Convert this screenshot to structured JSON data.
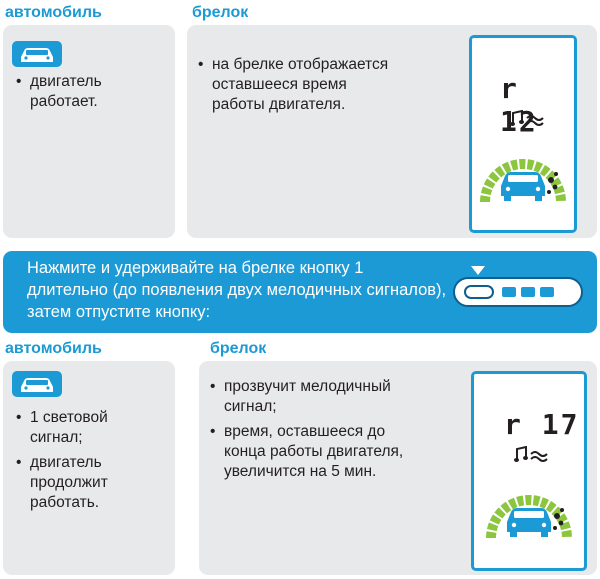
{
  "section1": {
    "car_header": "автомобиль",
    "fob_header": "брелок",
    "car_items": [
      "двигатель работает."
    ],
    "fob_items": [
      "на брелке отображается оставшееся время работы двигателя."
    ],
    "display_value": "r 12"
  },
  "instruction": {
    "text": "Нажмите и удерживайте на брелке кнопку 1 длительно (до появления двух мелодичных сигналов), затем отпустите кнопку:"
  },
  "section2": {
    "car_header": "автомобиль",
    "fob_header": "брелок",
    "car_items": [
      "1 световой сигнал;",
      "двигатель продолжит работать."
    ],
    "fob_items": [
      "прозвучит мелодичный сигнал;",
      "время, оставшееся до конца работы двигателя, увеличится на 5 мин."
    ],
    "display_value": "r 17"
  },
  "colors": {
    "accent": "#1b9ad6",
    "card": "#e8e9eb",
    "gauge_green": "#8cc63f"
  },
  "icons": [
    "car-icon",
    "melody-icon",
    "gauge-icon",
    "exhaust-icon",
    "button-pointer-icon"
  ]
}
